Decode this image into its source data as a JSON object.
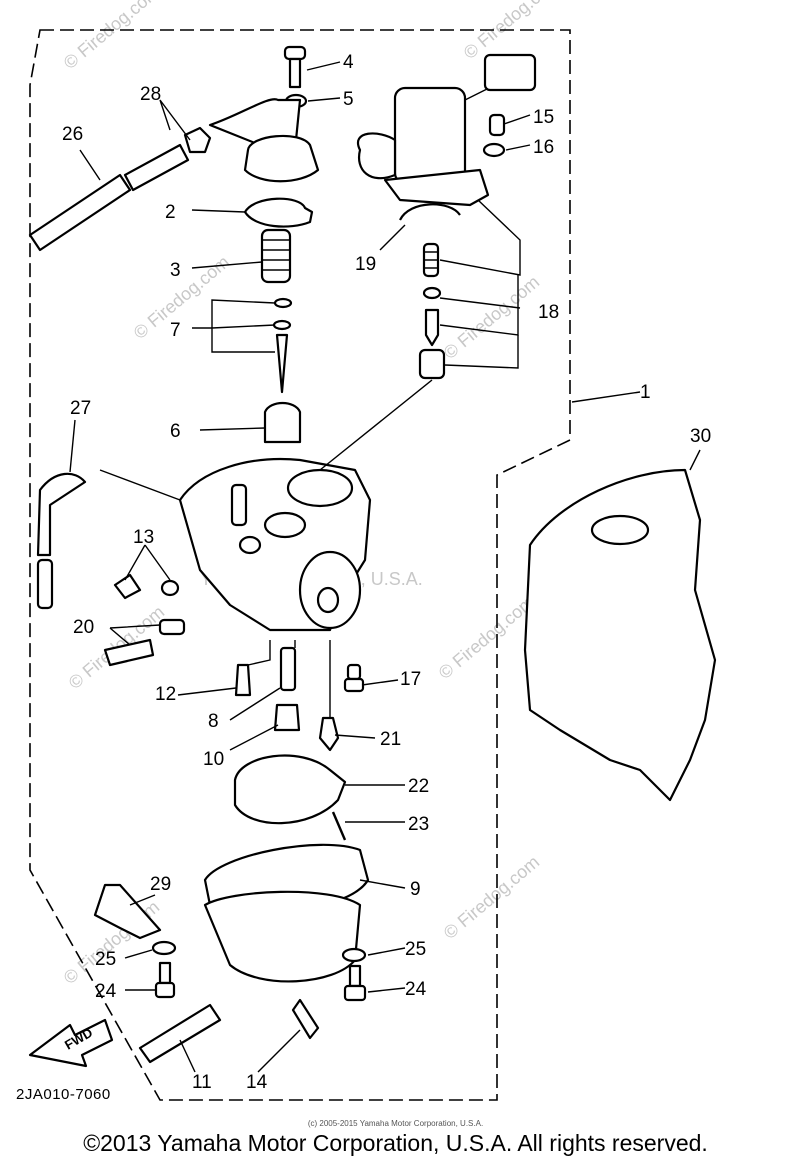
{
  "diagram": {
    "part_labels": [
      "1",
      "2",
      "3",
      "4",
      "5",
      "6",
      "7",
      "8",
      "9",
      "10",
      "11",
      "12",
      "13",
      "14",
      "15",
      "16",
      "17",
      "18",
      "19",
      "20",
      "21",
      "22",
      "23",
      "24",
      "25",
      "26",
      "27",
      "28",
      "29",
      "30"
    ],
    "extra_labels": {
      "label_24b": "24",
      "label_25b": "25"
    },
    "fwd_label": "FWD",
    "drawing_code": "2JA010-7060",
    "watermark": "© Firedog.com",
    "watermark_center": "Yamaha Motor Corp, U.S.A.",
    "small_copyright": "(c) 2005-2015 Yamaha Motor Corporation, U.S.A.",
    "copyright": "©2013 Yamaha Motor Corporation, U.S.A. All rights reserved."
  }
}
